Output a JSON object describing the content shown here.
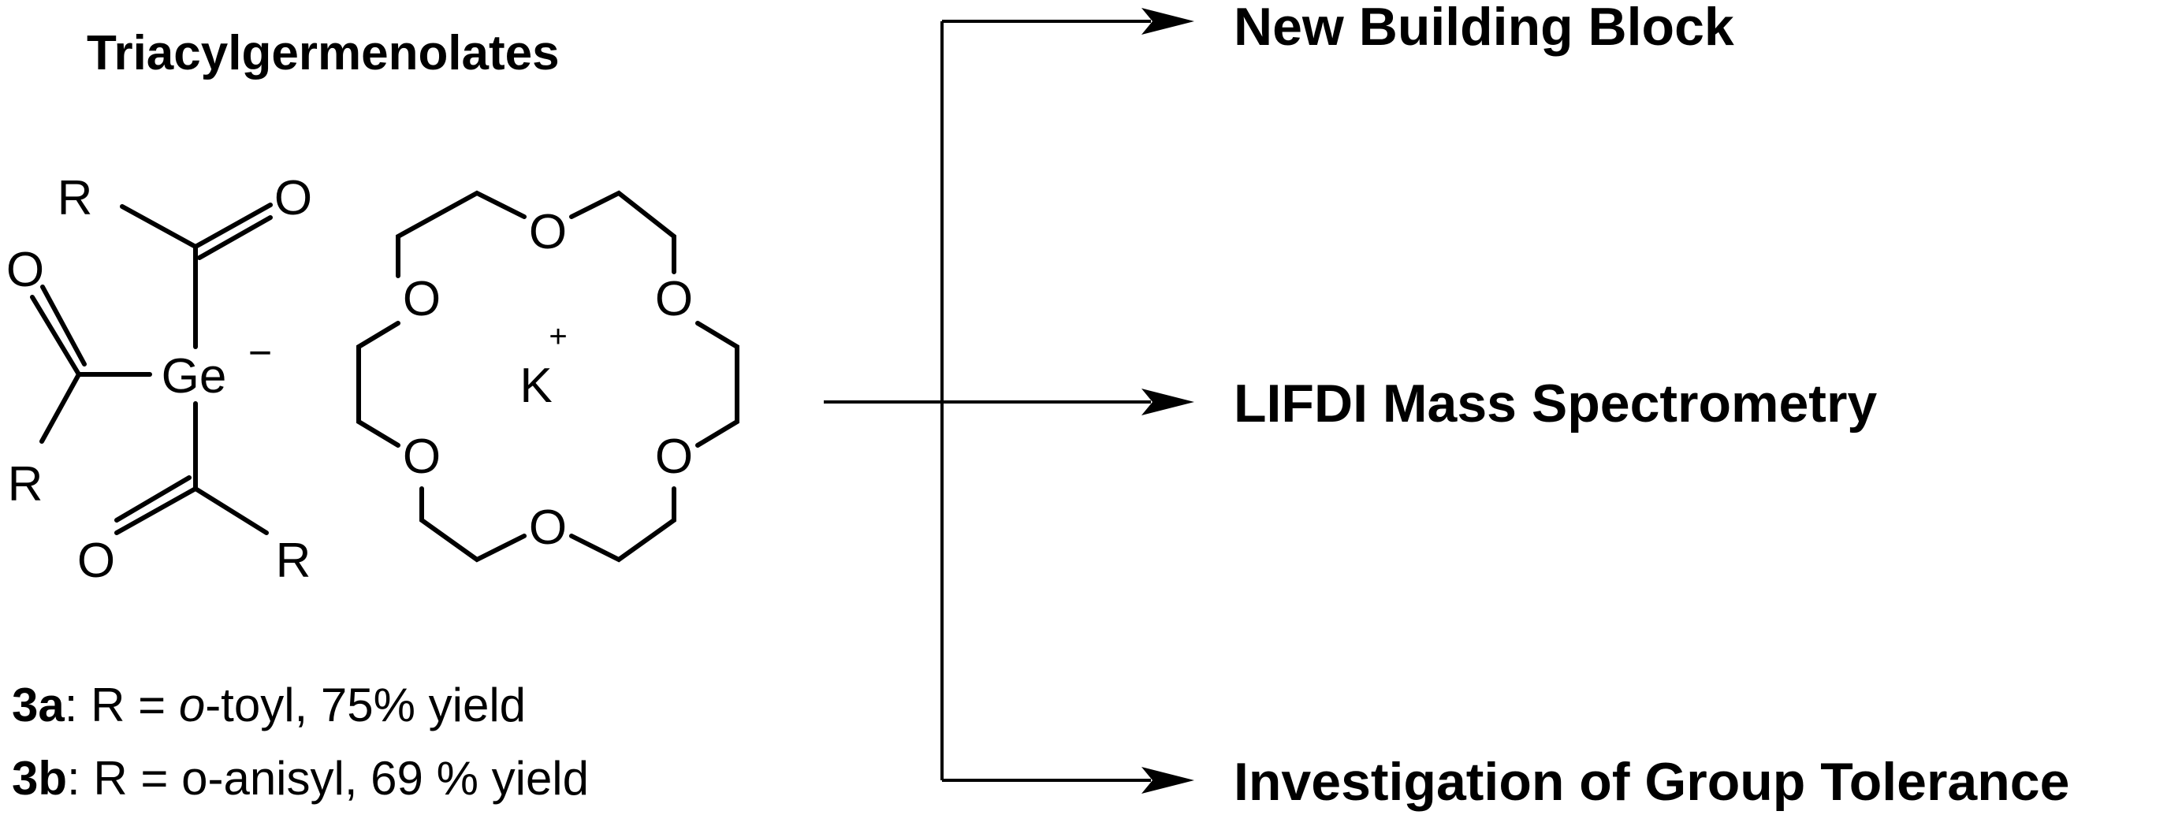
{
  "title": "Triacylgermenolates",
  "molecule": {
    "substituent": "R",
    "oxygen": "O",
    "germanium": "Ge",
    "anion_charge": "−",
    "cation": "K",
    "cation_charge": "+"
  },
  "compounds": [
    {
      "id": "3a",
      "sep": ": R = ",
      "r_prefix": "o",
      "r_rest": "-toyl, 75% yield"
    },
    {
      "id": "3b",
      "sep": ": R = ",
      "r_prefix": "",
      "r_rest": "o-anisyl, 69 % yield"
    }
  ],
  "outcomes": [
    {
      "label": "New Building Block",
      "color": "#e30613"
    },
    {
      "label": "LIFDI Mass Spectrometry",
      "color": "#137e13"
    },
    {
      "label": "Investigation of Group Tolerance",
      "color": "#f28c1c"
    }
  ]
}
